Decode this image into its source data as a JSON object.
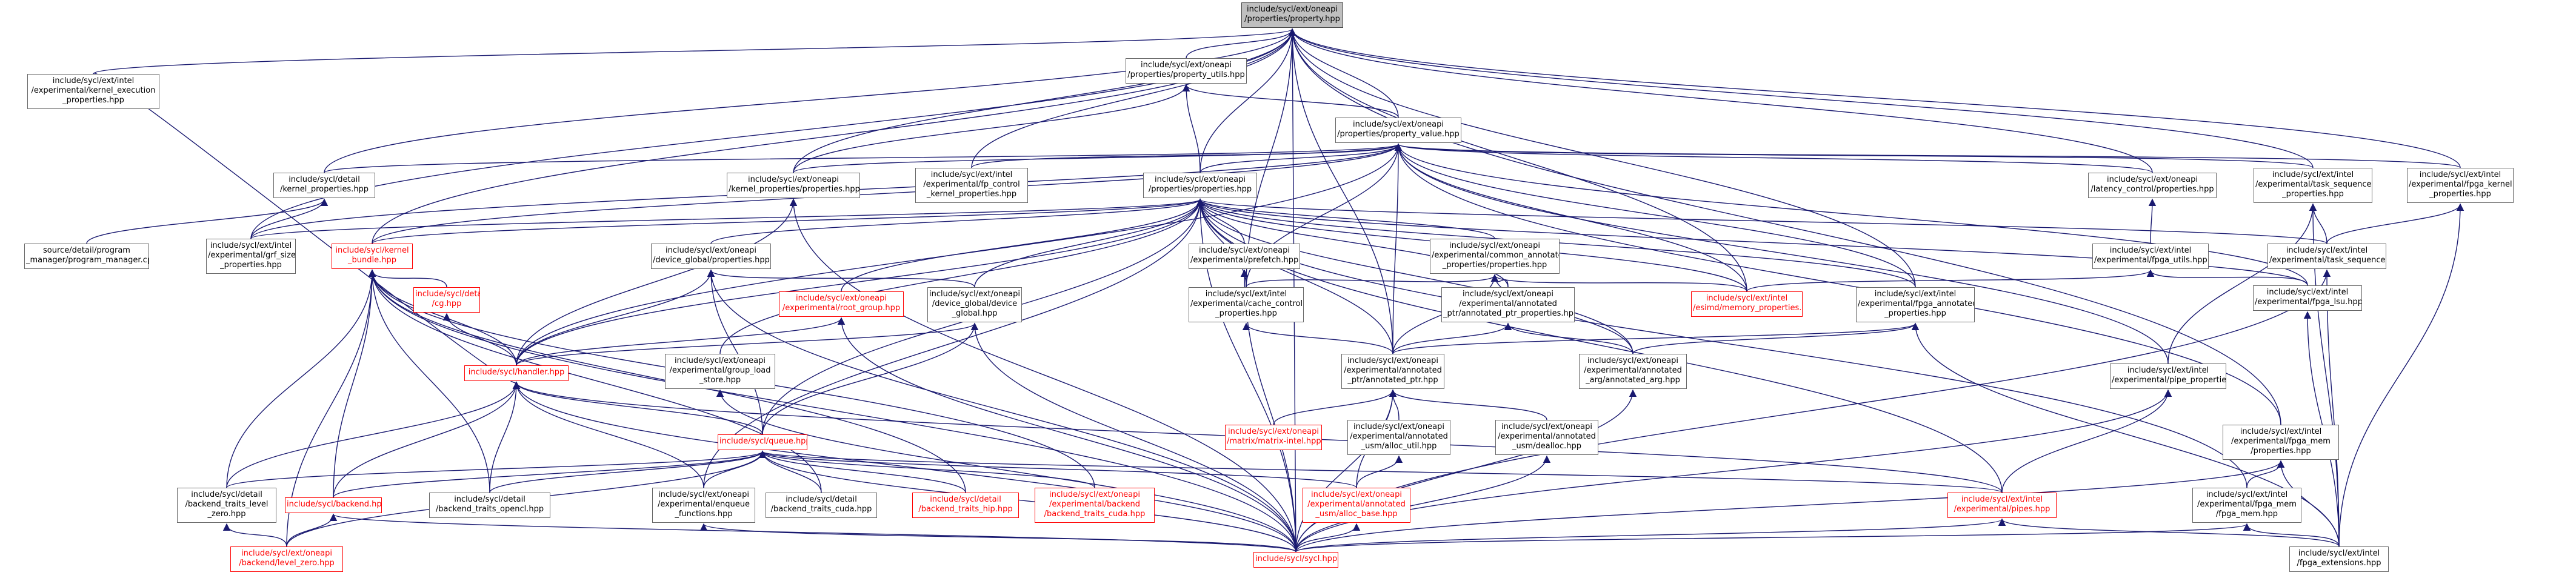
{
  "graph": {
    "nodes": [
      {
        "id": "root",
        "label": "include/sycl/ext/oneapi\n/properties/property.hpp"
      },
      {
        "id": "ker_exec",
        "label": "include/sycl/ext/intel\n/experimental/kernel_execution\n_properties.hpp"
      },
      {
        "id": "prop_utils",
        "label": "include/sycl/ext/oneapi\n/properties/property_utils.hpp"
      },
      {
        "id": "prop_value",
        "label": "include/sycl/ext/oneapi\n/properties/property_value.hpp"
      },
      {
        "id": "detail_kprops",
        "label": "include/sycl/detail\n/kernel_properties.hpp"
      },
      {
        "id": "oneapi_kprops",
        "label": "include/sycl/ext/oneapi\n/kernel_properties/properties.hpp"
      },
      {
        "id": "fp_control",
        "label": "include/sycl/ext/intel\n/experimental/fp_control\n_kernel_properties.hpp"
      },
      {
        "id": "latency",
        "label": "include/sycl/ext/oneapi\n/latency_control/properties.hpp"
      },
      {
        "id": "task_seq_props",
        "label": "include/sycl/ext/intel\n/experimental/task_sequence\n_properties.hpp"
      },
      {
        "id": "fpga_kernel",
        "label": "include/sycl/ext/intel\n/experimental/fpga_kernel\n_properties.hpp"
      },
      {
        "id": "program_mgr",
        "label": "source/detail/program\n_manager/program_manager.cpp"
      },
      {
        "id": "grf_size",
        "label": "include/sycl/ext/intel\n/experimental/grf_size\n_properties.hpp"
      },
      {
        "id": "properties",
        "label": "include/sycl/ext/oneapi\n/properties/properties.hpp"
      },
      {
        "id": "fpga_utils",
        "label": "include/sycl/ext/intel\n/experimental/fpga_utils.hpp"
      },
      {
        "id": "task_seq",
        "label": "include/sycl/ext/intel\n/experimental/task_sequence.hpp"
      },
      {
        "id": "kernel_bundle",
        "label": "include/sycl/kernel\n_bundle.hpp"
      },
      {
        "id": "device_global_props",
        "label": "include/sycl/ext/oneapi\n/device_global/properties.hpp"
      },
      {
        "id": "prefetch",
        "label": "include/sycl/ext/oneapi\n/experimental/prefetch.hpp"
      },
      {
        "id": "common_annot",
        "label": "include/sycl/ext/oneapi\n/experimental/common_annotated\n_properties/properties.hpp"
      },
      {
        "id": "fpga_lsu",
        "label": "include/sycl/ext/intel\n/experimental/fpga_lsu.hpp"
      },
      {
        "id": "zip",
        "label": "include/sycl/detail\n/cg.hpp"
      },
      {
        "id": "root_group",
        "label": "include/sycl/ext/oneapi\n/experimental/root_group.hpp"
      },
      {
        "id": "device_global",
        "label": "include/sycl/ext/oneapi\n/device_global/device\n_global.hpp"
      },
      {
        "id": "cache_control",
        "label": "include/sycl/ext/intel\n/experimental/cache_control\n_properties.hpp"
      },
      {
        "id": "annot_ptr_props",
        "label": "include/sycl/ext/oneapi\n/experimental/annotated\n_ptr/annotated_ptr_properties.hpp"
      },
      {
        "id": "esimd_mem",
        "label": "include/sycl/ext/intel\n/esimd/memory_properties.hpp"
      },
      {
        "id": "fpga_annot",
        "label": "include/sycl/ext/intel\n/experimental/fpga_annotated\n_properties.hpp"
      },
      {
        "id": "handler",
        "label": "include/sycl/handler.hpp"
      },
      {
        "id": "group_load",
        "label": "include/sycl/ext/oneapi\n/experimental/group_load\n_store.hpp"
      },
      {
        "id": "annot_ptr",
        "label": "include/sycl/ext/oneapi\n/experimental/annotated\n_ptr/annotated_ptr.hpp"
      },
      {
        "id": "annot_arg",
        "label": "include/sycl/ext/oneapi\n/experimental/annotated\n_arg/annotated_arg.hpp"
      },
      {
        "id": "pipe_props",
        "label": "include/sycl/ext/intel\n/experimental/pipe_properties.hpp"
      },
      {
        "id": "fpga_mem_props",
        "label": "include/sycl/ext/intel\n/experimental/fpga_mem\n/properties.hpp"
      },
      {
        "id": "queue",
        "label": "include/sycl/queue.hpp"
      },
      {
        "id": "matrix",
        "label": "include/sycl/ext/oneapi\n/matrix/matrix-intel.hpp"
      },
      {
        "id": "usm_alloc_util",
        "label": "include/sycl/ext/oneapi\n/experimental/annotated\n_usm/alloc_util.hpp"
      },
      {
        "id": "usm_dealloc",
        "label": "include/sycl/ext/oneapi\n/experimental/annotated\n_usm/dealloc.hpp"
      },
      {
        "id": "bt_level_zero",
        "label": "include/sycl/detail\n/backend_traits_level\n_zero.hpp"
      },
      {
        "id": "backend",
        "label": "include/sycl/backend.hpp"
      },
      {
        "id": "bt_opencl",
        "label": "include/sycl/detail\n/backend_traits_opencl.hpp"
      },
      {
        "id": "enqueue",
        "label": "include/sycl/ext/oneapi\n/experimental/enqueue\n_functions.hpp"
      },
      {
        "id": "bt_cuda",
        "label": "include/sycl/detail\n/backend_traits_cuda.hpp"
      },
      {
        "id": "bt_hip",
        "label": "include/sycl/detail\n/backend_traits_hip.hpp"
      },
      {
        "id": "exp_bt_cuda",
        "label": "include/sycl/ext/oneapi\n/experimental/backend\n/backend_traits_cuda.hpp"
      },
      {
        "id": "usm_alloc_base",
        "label": "include/sycl/ext/oneapi\n/experimental/annotated\n_usm/alloc_base.hpp"
      },
      {
        "id": "pipes",
        "label": "include/sycl/ext/intel\n/experimental/pipes.hpp"
      },
      {
        "id": "fpga_mem",
        "label": "include/sycl/ext/intel\n/experimental/fpga_mem\n/fpga_mem.hpp"
      },
      {
        "id": "level_zero",
        "label": "include/sycl/ext/oneapi\n/backend/level_zero.hpp"
      },
      {
        "id": "sycl",
        "label": "include/sycl/sycl.hpp"
      },
      {
        "id": "fpga_ext",
        "label": "include/sycl/ext/intel\n/fpga_extensions.hpp"
      }
    ],
    "edges": [
      [
        "ker_exec",
        "root"
      ],
      [
        "prop_utils",
        "root"
      ],
      [
        "prop_value",
        "root"
      ],
      [
        "detail_kprops",
        "root"
      ],
      [
        "oneapi_kprops",
        "root"
      ],
      [
        "fp_control",
        "root"
      ],
      [
        "latency",
        "root"
      ],
      [
        "task_seq_props",
        "root"
      ],
      [
        "fpga_kernel",
        "root"
      ],
      [
        "properties",
        "root"
      ],
      [
        "grf_size",
        "root"
      ],
      [
        "kernel_bundle",
        "root"
      ],
      [
        "cache_control",
        "root"
      ],
      [
        "annot_ptr",
        "root"
      ],
      [
        "fpga_annot",
        "root"
      ],
      [
        "fpga_mem_props",
        "root"
      ],
      [
        "sycl",
        "root"
      ],
      [
        "esimd_mem",
        "root"
      ],
      [
        "prop_value",
        "prop_utils"
      ],
      [
        "properties",
        "prop_utils"
      ],
      [
        "oneapi_kprops",
        "prop_utils"
      ],
      [
        "properties",
        "prop_value"
      ],
      [
        "detail_kprops",
        "prop_value"
      ],
      [
        "oneapi_kprops",
        "prop_value"
      ],
      [
        "fp_control",
        "prop_value"
      ],
      [
        "latency",
        "prop_value"
      ],
      [
        "task_seq_props",
        "prop_value"
      ],
      [
        "fpga_kernel",
        "prop_value"
      ],
      [
        "grf_size",
        "prop_value"
      ],
      [
        "kernel_bundle",
        "prop_value"
      ],
      [
        "cache_control",
        "prop_value"
      ],
      [
        "annot_ptr",
        "prop_value"
      ],
      [
        "fpga_annot",
        "prop_value"
      ],
      [
        "esimd_mem",
        "prop_value"
      ],
      [
        "pipe_props",
        "prop_value"
      ],
      [
        "fpga_mem_props",
        "prop_value"
      ],
      [
        "fpga_lsu",
        "prop_value"
      ],
      [
        "handler",
        "prop_value"
      ],
      [
        "ker_exec",
        "handler"
      ],
      [
        "program_mgr",
        "detail_kprops"
      ],
      [
        "grf_size",
        "detail_kprops"
      ],
      [
        "handler",
        "oneapi_kprops"
      ],
      [
        "sycl",
        "oneapi_kprops"
      ],
      [
        "kernel_bundle",
        "properties"
      ],
      [
        "device_global_props",
        "properties"
      ],
      [
        "prefetch",
        "properties"
      ],
      [
        "common_annot",
        "properties"
      ],
      [
        "fpga_lsu",
        "properties"
      ],
      [
        "root_group",
        "properties"
      ],
      [
        "device_global",
        "properties"
      ],
      [
        "cache_control",
        "properties"
      ],
      [
        "annot_ptr_props",
        "properties"
      ],
      [
        "esimd_mem",
        "properties"
      ],
      [
        "fpga_annot",
        "properties"
      ],
      [
        "group_load",
        "properties"
      ],
      [
        "annot_ptr",
        "properties"
      ],
      [
        "annot_arg",
        "properties"
      ],
      [
        "pipes",
        "properties"
      ],
      [
        "fpga_mem",
        "properties"
      ],
      [
        "task_seq",
        "properties"
      ],
      [
        "queue",
        "properties"
      ],
      [
        "enqueue",
        "properties"
      ],
      [
        "handler",
        "properties"
      ],
      [
        "grf_size",
        "properties"
      ],
      [
        "sycl",
        "properties"
      ],
      [
        "fpga_utils",
        "latency"
      ],
      [
        "task_seq",
        "task_seq_props"
      ],
      [
        "pipe_props",
        "task_seq_props"
      ],
      [
        "fpga_ext",
        "task_seq_props"
      ],
      [
        "task_seq",
        "fpga_kernel"
      ],
      [
        "fpga_ext",
        "fpga_kernel"
      ],
      [
        "esimd_mem",
        "fpga_utils"
      ],
      [
        "fpga_lsu",
        "fpga_utils"
      ],
      [
        "sycl",
        "task_seq"
      ],
      [
        "fpga_ext",
        "task_seq"
      ],
      [
        "zip",
        "kernel_bundle"
      ],
      [
        "handler",
        "kernel_bundle"
      ],
      [
        "bt_level_zero",
        "kernel_bundle"
      ],
      [
        "backend",
        "kernel_bundle"
      ],
      [
        "bt_opencl",
        "kernel_bundle"
      ],
      [
        "bt_cuda",
        "kernel_bundle"
      ],
      [
        "bt_hip",
        "kernel_bundle"
      ],
      [
        "exp_bt_cuda",
        "kernel_bundle"
      ],
      [
        "level_zero",
        "kernel_bundle"
      ],
      [
        "sycl",
        "kernel_bundle"
      ],
      [
        "handler",
        "zip"
      ],
      [
        "device_global",
        "device_global_props"
      ],
      [
        "handler",
        "device_global_props"
      ],
      [
        "queue",
        "device_global_props"
      ],
      [
        "sycl",
        "device_global_props"
      ],
      [
        "cache_control",
        "prefetch"
      ],
      [
        "sycl",
        "prefetch"
      ],
      [
        "annot_ptr_props",
        "common_annot"
      ],
      [
        "annot_arg",
        "common_annot"
      ],
      [
        "esimd_mem",
        "common_annot"
      ],
      [
        "cache_control",
        "common_annot"
      ],
      [
        "annot_ptr",
        "common_annot"
      ],
      [
        "fpga_ext",
        "fpga_lsu"
      ],
      [
        "handler",
        "root_group"
      ],
      [
        "sycl",
        "root_group"
      ],
      [
        "handler",
        "device_global"
      ],
      [
        "queue",
        "device_global"
      ],
      [
        "sycl",
        "device_global"
      ],
      [
        "annot_ptr",
        "cache_control"
      ],
      [
        "annot_ptr",
        "annot_ptr_props"
      ],
      [
        "annot_arg",
        "annot_ptr_props"
      ],
      [
        "annot_ptr",
        "fpga_annot"
      ],
      [
        "annot_arg",
        "fpga_annot"
      ],
      [
        "fpga_ext",
        "fpga_annot"
      ],
      [
        "queue",
        "handler"
      ],
      [
        "bt_level_zero",
        "handler"
      ],
      [
        "backend",
        "handler"
      ],
      [
        "bt_opencl",
        "handler"
      ],
      [
        "enqueue",
        "handler"
      ],
      [
        "pipes",
        "handler"
      ],
      [
        "sycl",
        "handler"
      ],
      [
        "sycl",
        "group_load"
      ],
      [
        "matrix",
        "annot_ptr"
      ],
      [
        "usm_alloc_util",
        "annot_ptr"
      ],
      [
        "usm_dealloc",
        "annot_ptr"
      ],
      [
        "sycl",
        "annot_ptr"
      ],
      [
        "usm_alloc_base",
        "annot_ptr"
      ],
      [
        "sycl",
        "annot_arg"
      ],
      [
        "pipes",
        "pipe_props"
      ],
      [
        "sycl",
        "pipe_props"
      ],
      [
        "fpga_mem",
        "fpga_mem_props"
      ],
      [
        "sycl",
        "fpga_mem_props"
      ],
      [
        "fpga_ext",
        "fpga_mem_props"
      ],
      [
        "bt_level_zero",
        "queue"
      ],
      [
        "backend",
        "queue"
      ],
      [
        "bt_opencl",
        "queue"
      ],
      [
        "enqueue",
        "queue"
      ],
      [
        "bt_cuda",
        "queue"
      ],
      [
        "bt_hip",
        "queue"
      ],
      [
        "exp_bt_cuda",
        "queue"
      ],
      [
        "usm_alloc_base",
        "queue"
      ],
      [
        "pipes",
        "queue"
      ],
      [
        "level_zero",
        "queue"
      ],
      [
        "sycl",
        "queue"
      ],
      [
        "usm_alloc_base",
        "usm_alloc_util"
      ],
      [
        "sycl",
        "usm_dealloc"
      ],
      [
        "level_zero",
        "bt_level_zero"
      ],
      [
        "level_zero",
        "backend"
      ],
      [
        "sycl",
        "backend"
      ],
      [
        "sycl",
        "enqueue"
      ],
      [
        "sycl",
        "usm_alloc_base"
      ],
      [
        "sycl",
        "pipes"
      ],
      [
        "fpga_ext",
        "pipes"
      ],
      [
        "sycl",
        "fpga_mem"
      ],
      [
        "fpga_ext",
        "fpga_mem"
      ]
    ]
  },
  "colors": {
    "edge": "#191970",
    "node_border": "#666666",
    "red_text": "#ff0000",
    "root_fill": "#bfbfbf"
  }
}
